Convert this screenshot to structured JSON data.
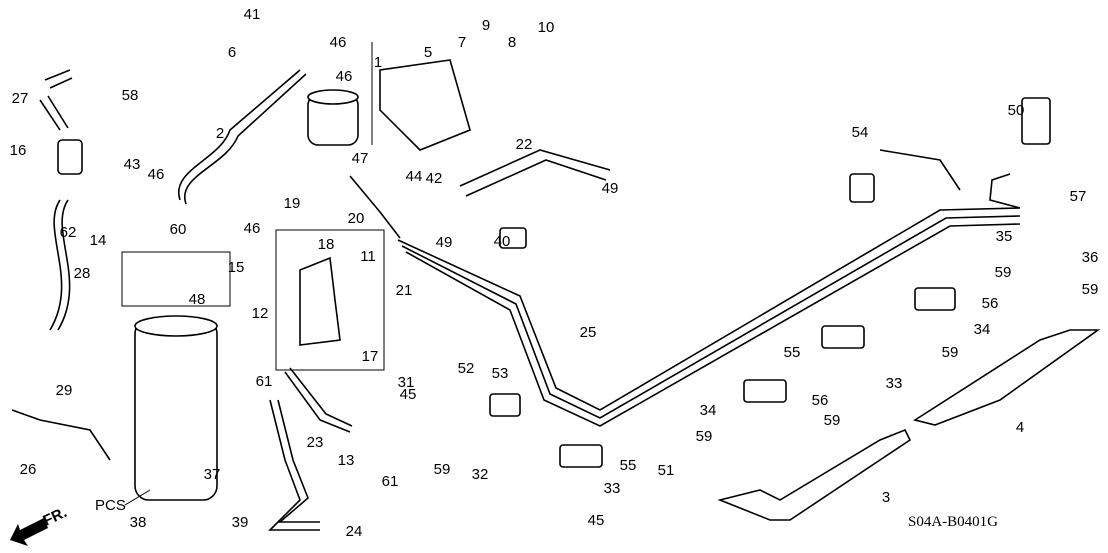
{
  "diagram": {
    "callouts": [
      "41",
      "46",
      "1",
      "46",
      "5",
      "7",
      "9",
      "8",
      "10",
      "6",
      "58",
      "27",
      "2",
      "16",
      "47",
      "42",
      "22",
      "49",
      "54",
      "50",
      "43",
      "46",
      "44",
      "49",
      "40",
      "60",
      "46",
      "62",
      "14",
      "19",
      "18",
      "11",
      "20",
      "21",
      "15",
      "28",
      "48",
      "12",
      "35",
      "57",
      "36",
      "59",
      "59",
      "56",
      "34",
      "55",
      "59",
      "25",
      "31",
      "52",
      "17",
      "61",
      "45",
      "53",
      "33",
      "29",
      "34",
      "56",
      "59",
      "59",
      "4",
      "13",
      "23",
      "61",
      "59",
      "32",
      "51",
      "55",
      "33",
      "26",
      "37",
      "3",
      "24",
      "45",
      "38",
      "39"
    ],
    "pcs_label": "PCS",
    "front_arrow_label": "FR.",
    "drawing_code": "S04A-B0401G"
  }
}
